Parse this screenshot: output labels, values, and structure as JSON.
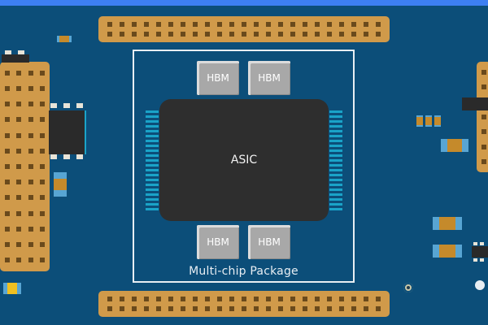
{
  "diagram": {
    "asic_label": "ASIC",
    "hbm_label": "HBM",
    "package_label": "Multi-chip Package"
  },
  "colors": {
    "board": "#0c4e79",
    "header": "#d09a4a",
    "asic": "#2e2e2e",
    "hbm": "#a8a8a8",
    "outline": "#e8eef3",
    "pins": "#1aa3c8"
  }
}
